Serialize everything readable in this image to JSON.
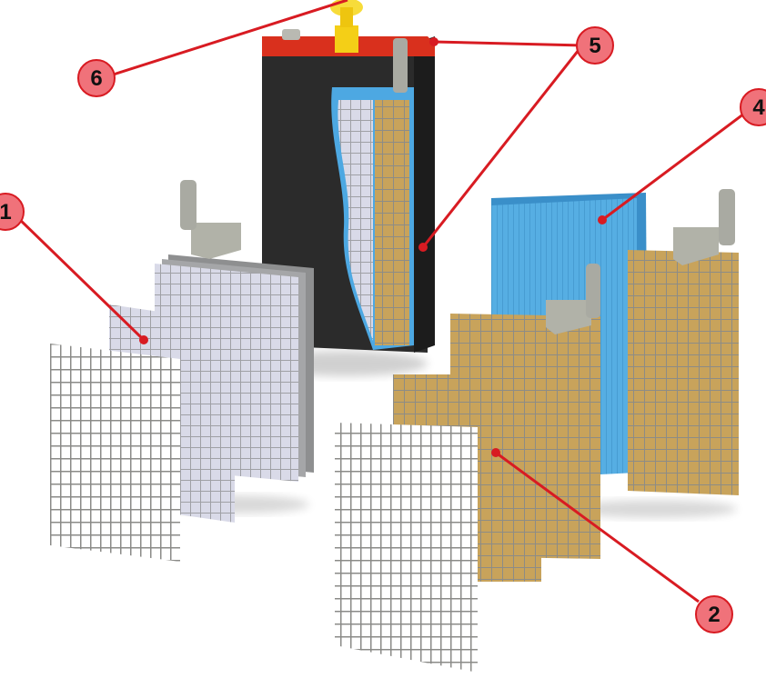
{
  "colors": {
    "callout_fill": "#f0727a",
    "callout_line": "#d81b22",
    "case": "#2b2b2b",
    "lid": "#e0311e",
    "vent_cap": "#f6d21a",
    "terminal": "#a9aaa2",
    "negative_grid": "#b9bac0",
    "negative_active": "#d7d8ea",
    "positive_active": "#c9a45a",
    "separator": "#55aee4"
  },
  "callouts": [
    {
      "label": "1"
    },
    {
      "label": "2"
    },
    {
      "label": "4"
    },
    {
      "label": "5"
    },
    {
      "label": "6"
    }
  ]
}
